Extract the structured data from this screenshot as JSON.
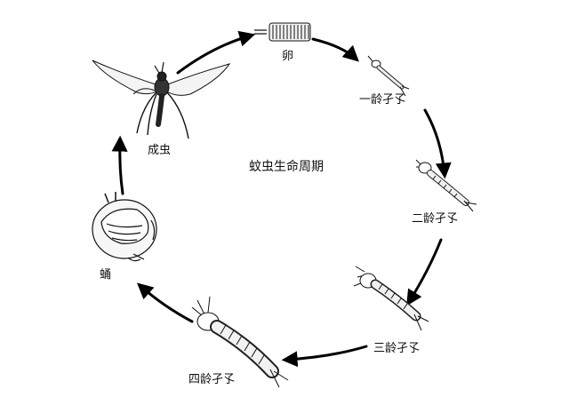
{
  "diagram": {
    "title": "蚊虫生命周期",
    "stages": {
      "egg": "卵",
      "larva1": "一龄孑孓",
      "larva2": "二龄孑孓",
      "larva3": "三龄孑孓",
      "larva4": "四龄孑孓",
      "pupa": "蛹",
      "adult": "成虫"
    }
  },
  "colors": {
    "ink": "#111111",
    "arrow": "#000000",
    "paper": "#ffffff"
  },
  "icons": [
    "egg-raft-icon",
    "larva-icon",
    "pupa-icon",
    "mosquito-icon"
  ]
}
